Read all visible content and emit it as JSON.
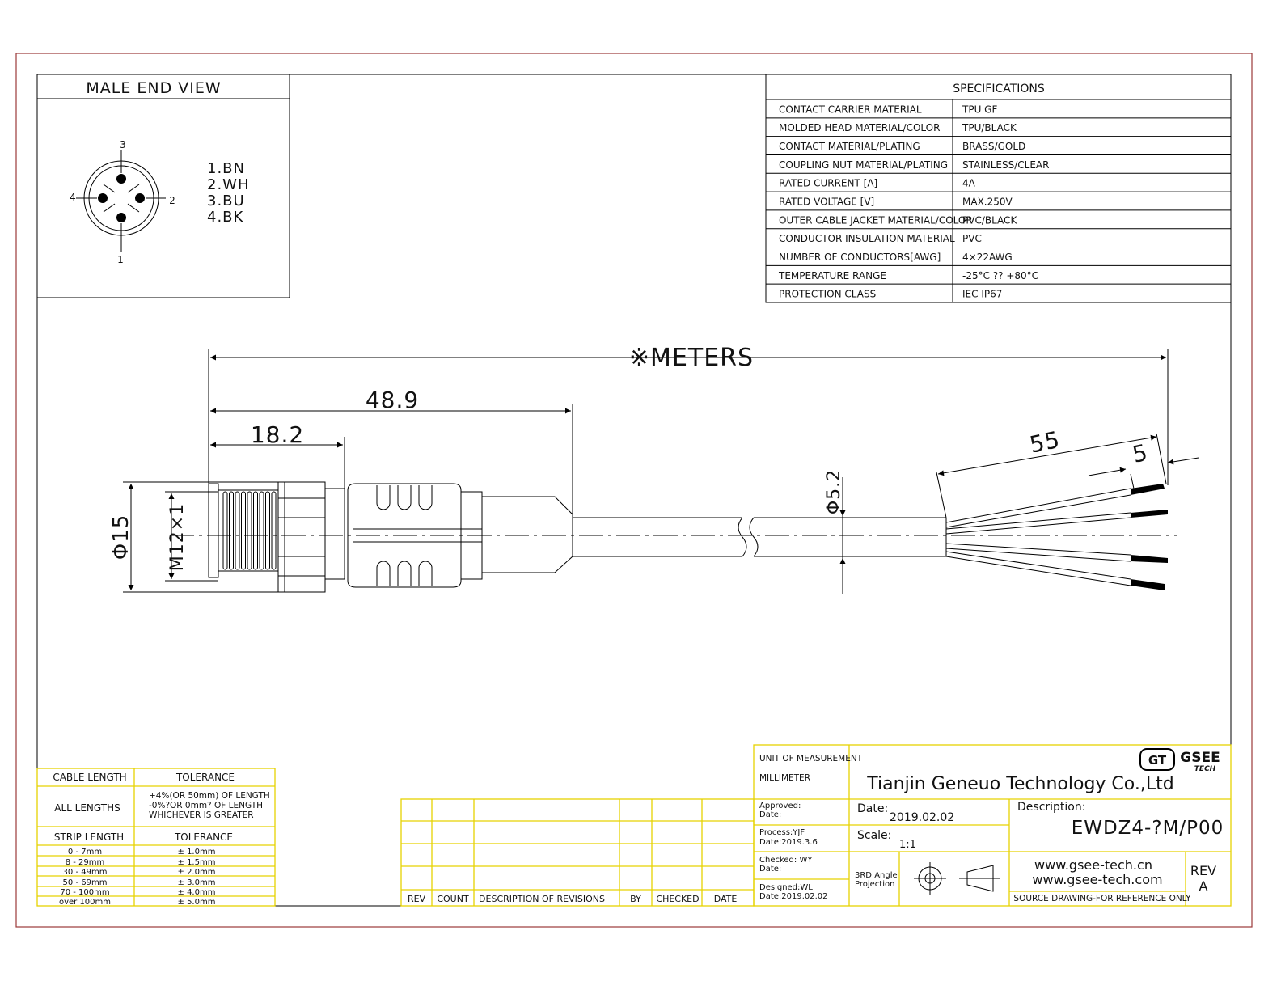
{
  "male_end_view": {
    "title": "MALE END VIEW",
    "pin_labels": [
      "1",
      "2",
      "3",
      "4"
    ],
    "pin_colors": [
      "1.BN",
      "2.WH",
      "3.BU",
      "4.BK"
    ]
  },
  "specifications": {
    "title": "SPECIFICATIONS",
    "rows": [
      {
        "label": "CONTACT CARRIER MATERIAL",
        "value": "TPU  GF"
      },
      {
        "label": "MOLDED HEAD MATERIAL/COLOR",
        "value": "TPU/BLACK"
      },
      {
        "label": "CONTACT MATERIAL/PLATING",
        "value": "BRASS/GOLD"
      },
      {
        "label": "COUPLING NUT MATERIAL/PLATING",
        "value": "STAINLESS/CLEAR"
      },
      {
        "label": "RATED CURRENT [A]",
        "value": "4A"
      },
      {
        "label": "RATED VOLTAGE [V]",
        "value": "MAX.250V"
      },
      {
        "label": "OUTER CABLE JACKET MATERIAL/COLOR",
        "value": "PVC/BLACK"
      },
      {
        "label": "CONDUCTOR INSULATION MATERIAL",
        "value": "PVC"
      },
      {
        "label": "NUMBER OF CONDUCTORS[AWG]",
        "value": "4×22AWG"
      },
      {
        "label": "TEMPERATURE RANGE",
        "value": "-25°C ?? +80°C"
      },
      {
        "label": "PROTECTION CLASS",
        "value": "IEC  IP67"
      }
    ]
  },
  "dimensions": {
    "length": "※METERS",
    "d48": "48.9",
    "d18": "18.2",
    "d15": "Φ15",
    "m12": "M12×1",
    "d52": "Φ5.2",
    "d55": "55",
    "d5": "5"
  },
  "tolerance_table": {
    "col1": "CABLE LENGTH",
    "col2": "TOLERANCE",
    "all_lengths": "ALL LENGTHS",
    "all_lengths_tol": [
      "+4%(OR 50mm) OF LENGTH",
      "-0%?OR 0mm? OF LENGTH",
      "WHICHEVER  IS  GREATER"
    ],
    "strip_col1": "STRIP LENGTH",
    "strip_col2": "TOLERANCE",
    "strip_rows": [
      {
        "range": "0 - 7mm",
        "tol": "± 1.0mm"
      },
      {
        "range": "8 - 29mm",
        "tol": "± 1.5mm"
      },
      {
        "range": "30 - 49mm",
        "tol": "± 2.0mm"
      },
      {
        "range": "50 - 69mm",
        "tol": "± 3.0mm"
      },
      {
        "range": "70 - 100mm",
        "tol": "± 4.0mm"
      },
      {
        "range": "over 100mm",
        "tol": "± 5.0mm"
      }
    ]
  },
  "revisions": {
    "headers": [
      "REV",
      "COUNT",
      "DESCRIPTION  OF  REVISIONS",
      "BY",
      "CHECKED",
      "DATE"
    ]
  },
  "title_block": {
    "unit_label": "UNIT OF MEASUREMENT",
    "unit_value": "MILLIMETER",
    "company": "Tianjin Geneuo Technology Co.,Ltd",
    "logo_mark": "GT",
    "logo_name": "GSEE",
    "logo_sub": "TECH",
    "approved": "Approved:",
    "approved_date": "Date:",
    "process": "Process:YJF",
    "process_date": "Date:2019.3.6",
    "checked": "Checked: WY",
    "checked_date": "Date:",
    "designed": "Designed:WL",
    "designed_date": "Date:2019.02.02",
    "date_label": "Date:",
    "date_value": "2019.02.02",
    "scale_label": "Scale:",
    "scale_value": "1:1",
    "projection_1": "3RD Angle",
    "projection_2": "Projection",
    "description_label": "Description:",
    "description_value": "EWDZ4-?M/P00",
    "web1": "www.gsee-tech.cn",
    "web2": "www.gsee-tech.com",
    "rev_label": "REV",
    "rev_value": "A",
    "source_note": "SOURCE DRAWING-FOR REFERENCE ONLY"
  }
}
